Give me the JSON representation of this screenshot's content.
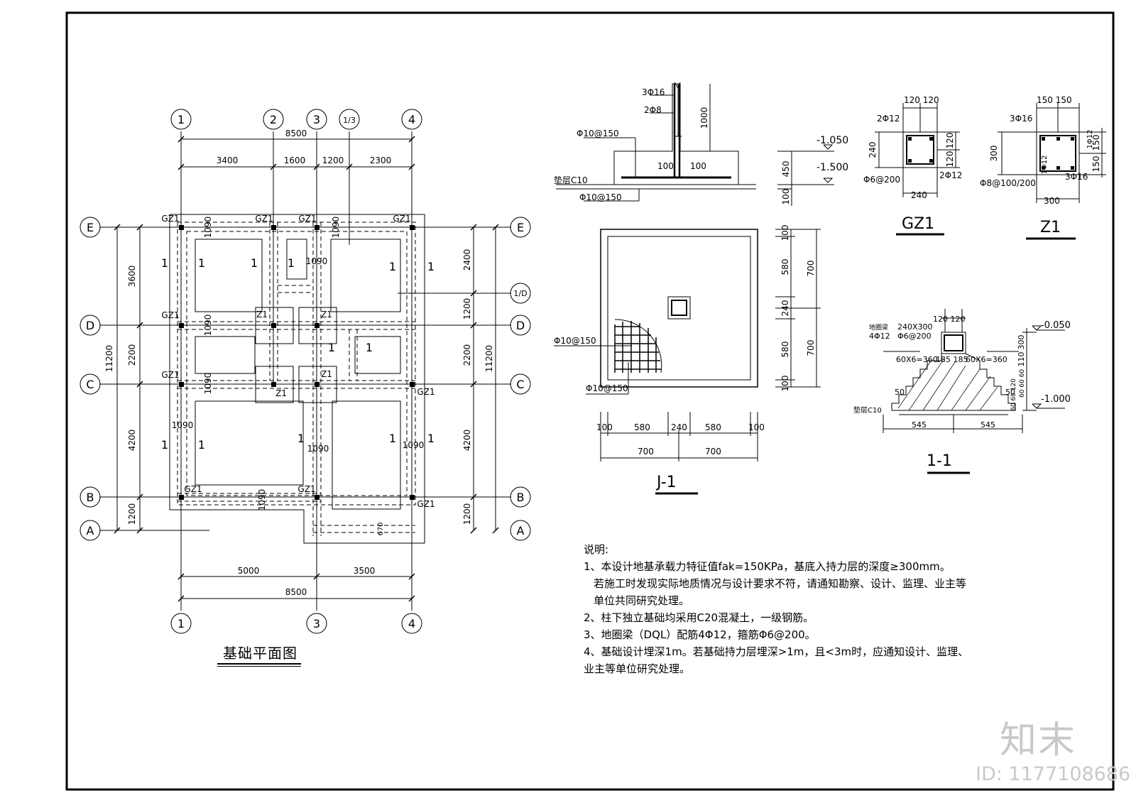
{
  "plan": {
    "title": "基础平面图",
    "axes_top": [
      "1",
      "2",
      "3",
      "1/3",
      "4"
    ],
    "axes_bottom": [
      "1",
      "3",
      "4"
    ],
    "axes_left": [
      "E",
      "D",
      "C",
      "B",
      "A"
    ],
    "axes_right": [
      "E",
      "1/D",
      "D",
      "C",
      "B",
      "A"
    ],
    "dims_top_total": "8500",
    "dims_top": [
      "3400",
      "1600",
      "1200",
      "2300"
    ],
    "dims_bottom": [
      "5000",
      "3500"
    ],
    "dims_bottom_total": "8500",
    "dims_left": [
      "3600",
      "2200",
      "4200",
      "1200"
    ],
    "dims_left_total": "11200",
    "dims_right": [
      "2400",
      "1200",
      "2200",
      "4200",
      "1200"
    ],
    "dims_right_total": "11200",
    "dim_1090": "1090",
    "dim_670": "670",
    "labels": {
      "gz1": "GZ1",
      "z1": "Z1",
      "one": "1"
    }
  },
  "gz_detail": {
    "title": "GZ1",
    "top_dim": "120 120",
    "rebar_top": "2Φ12",
    "rebar_right": "2Φ12",
    "stirrup": "Φ6@200",
    "side_dim": "240",
    "right_dims": [
      "120",
      "120"
    ],
    "bottom_dim": "240"
  },
  "z_detail": {
    "title": "Z1",
    "top_dim": "150 150",
    "rebar_top": "3Φ16",
    "rebar_bottom": "3Φ16",
    "stirrup": "Φ8@100/200",
    "side_dim": "300",
    "inner_label1": "1Φ12",
    "inner_label2": "1Φ12",
    "right_dims": [
      "150",
      "150"
    ],
    "bottom_dim": "300"
  },
  "section_footing": {
    "rebar_main": "3Φ16",
    "rebar_sec": "2Φ8",
    "height_dim": "1000",
    "bottom_bar": "Φ10@150",
    "bottom_bar2": "Φ10@150",
    "cushion": "垫层C10",
    "inner_dims": [
      "100",
      "100"
    ],
    "levels": [
      "-1.050",
      "-1.500"
    ],
    "vert_dims": [
      "450",
      "100"
    ]
  },
  "j1": {
    "title": "J-1",
    "rebar1": "Φ10@150",
    "rebar2": "Φ10@150",
    "dims_bottom": [
      "100",
      "580",
      "240",
      "580",
      "100"
    ],
    "dims_bottom2": [
      "700",
      "700"
    ],
    "dims_right": [
      "100",
      "580",
      "240",
      "580",
      "100"
    ],
    "dims_right2": [
      "700",
      "700"
    ]
  },
  "section_11": {
    "title": "1-1",
    "top_dim": "120 120",
    "beam_label": "地圈梁",
    "beam_size": "240X300",
    "beam_rebar": "4Φ12",
    "beam_stirrup": "Φ6@200",
    "step_left": "60X6=360",
    "step_mid": "185 185",
    "step_right": "60X6=360",
    "left_50": "50",
    "right_50": "50",
    "bottom_dims": [
      "545",
      "545"
    ],
    "cushion": "垫层C10",
    "levels": [
      "-0.050",
      "-1.000"
    ],
    "right_dims": [
      "300",
      "110",
      "60 60 60",
      "60 60 120"
    ]
  },
  "notes": {
    "heading": "说明:",
    "lines": [
      "1、本设计地基承载力特征值fak=150KPa，基底入持力层的深度≥300mm。",
      "若施工时发现实际地质情况与设计要求不符，请通知勘察、设计、监理、业主等",
      "单位共同研究处理。",
      "2、柱下独立基础均采用C20混凝土，一级钢筋。",
      "3、地圈梁（DQL）配筋4Φ12，箍筋Φ6@200。",
      "4、基础设计埋深1m。若基础持力层埋深>1m，且<3m时，应通知设计、监理、",
      "业主等单位研究处理。"
    ]
  },
  "watermark": {
    "logo": "知末",
    "id": "ID: 1177108686"
  }
}
